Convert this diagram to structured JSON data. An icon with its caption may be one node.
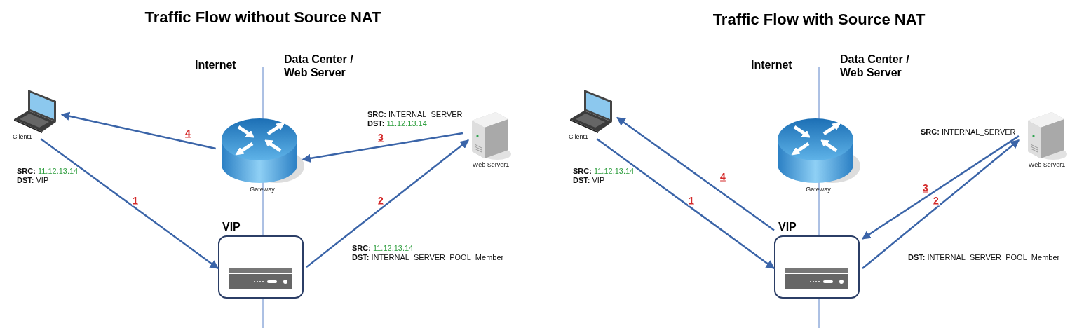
{
  "diagram": {
    "nodes": [
      {
        "text": [
          "Client1"
        ]
      },
      {
        "text": [
          "Gateway"
        ]
      },
      {
        "text": [
          "VIP"
        ]
      },
      {
        "text": [
          "Web Server1"
        ]
      },
      {
        "text": [
          "Client1"
        ]
      },
      {
        "text": [
          "Gateway"
        ]
      },
      {
        "text": [
          "VIP"
        ]
      },
      {
        "text": [
          "Web Server1"
        ]
      }
    ],
    "edges": [
      {
        "from": 0,
        "to": 2,
        "arrow": "to",
        "label": "1"
      },
      {
        "from": 2,
        "to": 3,
        "arrow": "to",
        "label": "2"
      },
      {
        "from": 3,
        "to": 1,
        "arrow": "to",
        "label": "3"
      },
      {
        "from": 1,
        "to": 0,
        "arrow": "to",
        "label": "4"
      },
      {
        "from": 4,
        "to": 6,
        "arrow": "to",
        "label": "1"
      },
      {
        "from": 6,
        "to": 7,
        "arrow": "to",
        "label": "2"
      },
      {
        "from": 7,
        "to": 6,
        "arrow": "to",
        "label": "3"
      },
      {
        "from": 6,
        "to": 4,
        "arrow": "to",
        "label": "4"
      }
    ],
    "labels": [
      "Traffic Flow without Source NAT",
      "Traffic Flow with Source NAT",
      "Internet",
      "Data Center / Web Server",
      "Internet",
      "Data Center / Web Server",
      "**SRC:** INTERNAL_SERVER",
      "**DST:** 11.12.13.14",
      "**SRC:** 11.12.13.14",
      "**DST:** VIP",
      "**SRC:** 11.12.13.14",
      "**DST:** INTERNAL_SERVER_POOL_Member",
      "**SRC:** INTERNAL_SERVER",
      "**SRC:** 11.12.13.14",
      "**DST:** VIP",
      "**DST:** INTERNAL_SERVER_POOL_Member"
    ]
  }
}
